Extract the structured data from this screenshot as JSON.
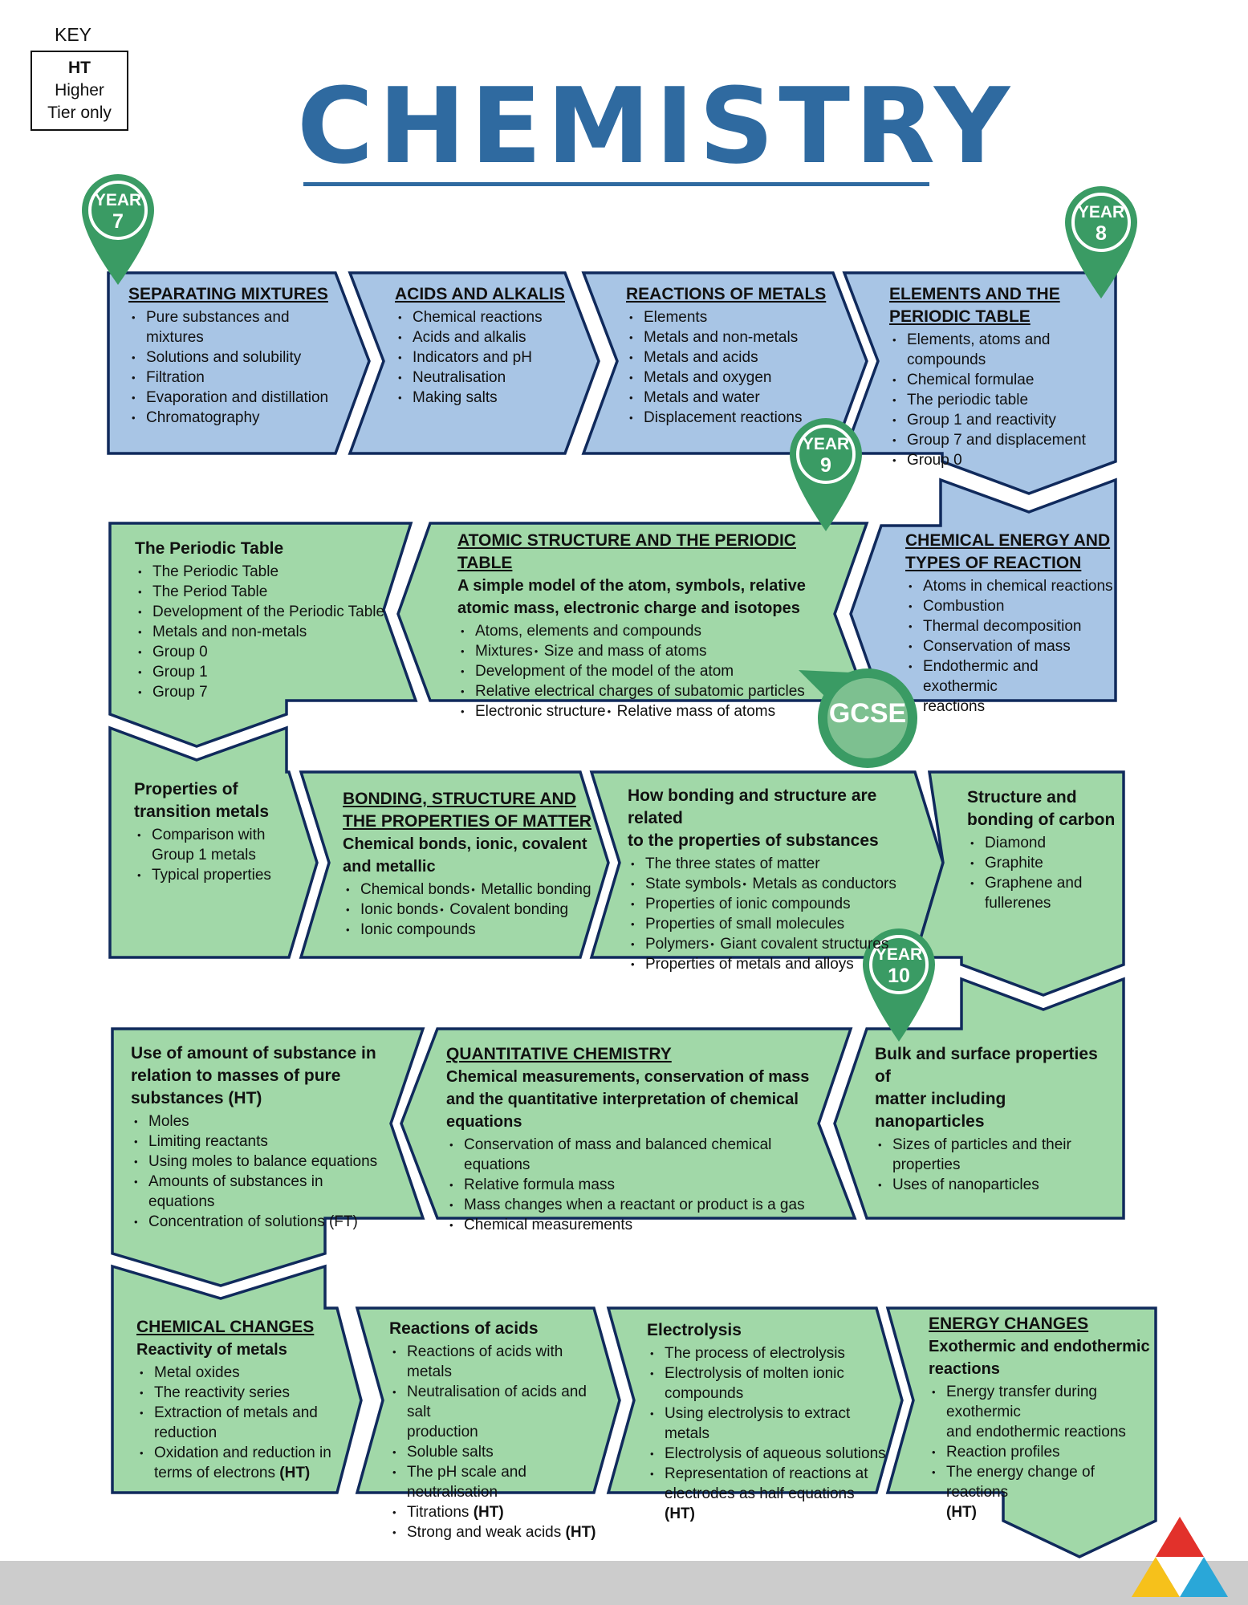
{
  "title": "CHEMISTRY",
  "key": {
    "label": "KEY",
    "code": "HT",
    "line1": "Higher",
    "line2": "Tier only"
  },
  "colors": {
    "blue_box": "#a8c5e5",
    "green_box": "#a1d8a8",
    "border": "#102a5c",
    "title": "#2f6aa0",
    "pin": "#3a9b64",
    "footer": "#cccccc"
  },
  "pins": [
    {
      "label": "YEAR",
      "number": "7"
    },
    {
      "label": "YEAR",
      "number": "8"
    },
    {
      "label": "YEAR",
      "number": "9"
    },
    {
      "label": "YEAR",
      "number": "10"
    }
  ],
  "gcse": "GCSE",
  "boxes": {
    "sep": {
      "title": "SEPARATING MIXTURES",
      "items": [
        "Pure substances and mixtures",
        "Solutions and solubility",
        "Filtration",
        "Evaporation and distillation",
        "Chromatography"
      ]
    },
    "acids": {
      "title": "ACIDS AND ALKALIS",
      "items": [
        "Chemical reactions",
        "Acids and alkalis",
        "Indicators and pH",
        "Neutralisation",
        "Making salts"
      ]
    },
    "metals": {
      "title": "REACTIONS OF METALS",
      "items": [
        "Elements",
        "Metals and non-metals",
        "Metals and acids",
        "Metals and oxygen",
        "Metals and water",
        "Displacement reactions"
      ]
    },
    "elements": {
      "title1": "ELEMENTS AND THE",
      "title2": "PERIODIC TABLE",
      "items": [
        "Elements, atoms and compounds",
        "Chemical formulae",
        "The periodic table",
        "Group 1 and reactivity",
        "Group 7 and displacement",
        "Group 0"
      ]
    },
    "energy7": {
      "title1": "CHEMICAL ENERGY AND",
      "title2": "TYPES OF REACTION",
      "items": [
        "Atoms in chemical reactions",
        "Combustion",
        "Thermal decomposition",
        "Conservation of mass",
        "Endothermic and exothermic",
        "reactions"
      ]
    },
    "atomic": {
      "title": "ATOMIC STRUCTURE AND THE PERIODIC TABLE",
      "sub1": "A simple model of the atom, symbols, relative",
      "sub2": "atomic mass, electronic charge and isotopes",
      "i1": "Atoms, elements and compounds",
      "i2a": "Mixtures",
      "i2b": "Size and mass of atoms",
      "i3": "Development of the model of the atom",
      "i4": "Relative electrical charges of subatomic particles",
      "i5a": "Electronic structure",
      "i5b": "Relative mass of atoms"
    },
    "ptable": {
      "title": "The Periodic Table",
      "items": [
        "The Periodic Table",
        "The Period Table",
        "Development of the Periodic Table",
        "Metals and non-metals",
        "Group 0",
        "Group 1",
        "Group 7"
      ]
    },
    "transition": {
      "title1": "Properties of",
      "title2": "transition metals",
      "items": [
        "Comparison with",
        "Group 1 metals",
        "Typical properties"
      ]
    },
    "bonding": {
      "title1": "BONDING, STRUCTURE AND",
      "title2": "THE PROPERTIES OF MATTER",
      "sub1": "Chemical bonds, ionic, covalent",
      "sub2": "and metallic",
      "i1a": "Chemical bonds",
      "i1b": "Metallic bonding",
      "i2a": "Ionic bonds",
      "i2b": "Covalent bonding",
      "i3": "Ionic compounds"
    },
    "howbond": {
      "title1": "How bonding and structure are related",
      "title2": "to the properties of substances",
      "i1": "The three states of matter",
      "i2a": "State symbols",
      "i2b": "Metals as conductors",
      "i3": "Properties of ionic compounds",
      "i4": "Properties of small molecules",
      "i5a": "Polymers",
      "i5b": "Giant covalent structures",
      "i6": "Properties of metals and alloys"
    },
    "carbon": {
      "title1": "Structure and",
      "title2": "bonding of carbon",
      "items": [
        "Diamond",
        "Graphite",
        "Graphene and",
        "fullerenes"
      ]
    },
    "amount": {
      "title1": "Use of amount of substance in",
      "title2": "relation to masses of pure",
      "title3": "substances",
      "title3b": "(HT)",
      "items": [
        "Moles",
        "Limiting reactants",
        "Using moles to balance equations",
        "Amounts of substances in equations",
        "Concentration of solutions (FT)"
      ]
    },
    "quant": {
      "title": "QUANTITATIVE CHEMISTRY",
      "sub1": "Chemical measurements, conservation of mass",
      "sub2": "and the quantitative interpretation of chemical",
      "sub3": "equations",
      "items": [
        "Conservation of mass and balanced chemical equations",
        "Relative formula mass",
        "Mass changes when a reactant or product is a gas",
        "Chemical measurements"
      ]
    },
    "bulk": {
      "title1": "Bulk and surface properties of",
      "title2": "matter including nanoparticles",
      "items": [
        "Sizes of particles and their",
        "properties",
        "Uses of nanoparticles"
      ]
    },
    "changes": {
      "title": "CHEMICAL CHANGES",
      "sub": "Reactivity of metals",
      "i1": "Metal oxides",
      "i2": "The reactivity series",
      "i3a": "Extraction of metals and",
      "i3b": "reduction",
      "i4a": "Oxidation and reduction in",
      "i4b": "terms of electrons",
      "ht": "(HT)"
    },
    "racids": {
      "title": "Reactions of acids",
      "i1": "Reactions of acids with metals",
      "i2a": "Neutralisation of acids and salt",
      "i2b": "production",
      "i3": "Soluble salts",
      "i4": "The pH scale and neutralisation",
      "i5": "Titrations",
      "i6": "Strong and weak acids",
      "ht": "(HT)"
    },
    "electro": {
      "title": "Electrolysis",
      "i1": "The process of electrolysis",
      "i2a": "Electrolysis of molten ionic",
      "i2b": "compounds",
      "i3": "Using electrolysis to extract metals",
      "i4": "Electrolysis of aqueous solutions",
      "i5a": "Representation of reactions at",
      "i5b": "electrodes as half equations",
      "ht": "(HT)"
    },
    "echanges": {
      "title": "ENERGY CHANGES",
      "sub1": "Exothermic and endothermic",
      "sub2": "reactions",
      "i1a": "Energy transfer during exothermic",
      "i1b": "and endothermic reactions",
      "i2": "Reaction profiles",
      "i3": "The energy change of reactions",
      "ht": "(HT)"
    }
  }
}
